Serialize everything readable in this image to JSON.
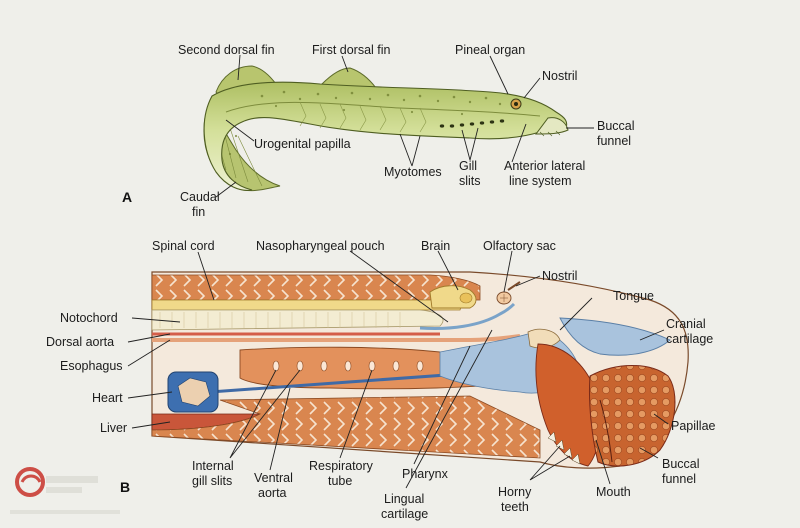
{
  "figure": {
    "panel_a": "A",
    "panel_b": "B",
    "labels_a": {
      "second_dorsal_fin": "Second dorsal fin",
      "first_dorsal_fin": "First dorsal fin",
      "pineal_organ": "Pineal organ",
      "nostril": "Nostril",
      "buccal_funnel_1": "Buccal",
      "buccal_funnel_2": "funnel",
      "urogenital_papilla": "Urogenital papilla",
      "myotomes": "Myotomes",
      "gill_slits_1": "Gill",
      "gill_slits_2": "slits",
      "anterior_lateral_1": "Anterior lateral",
      "anterior_lateral_2": "line system",
      "caudal_fin_1": "Caudal",
      "caudal_fin_2": "fin"
    },
    "labels_b": {
      "spinal_cord": "Spinal cord",
      "nasopharyngeal_pouch": "Nasopharyngeal pouch",
      "brain": "Brain",
      "olfactory_sac": "Olfactory sac",
      "nostril": "Nostril",
      "tongue": "Tongue",
      "notochord": "Notochord",
      "cranial_cartilage_1": "Cranial",
      "cranial_cartilage_2": "cartilage",
      "dorsal_aorta": "Dorsal aorta",
      "esophagus": "Esophagus",
      "heart": "Heart",
      "liver": "Liver",
      "papillae": "Papillae",
      "internal_gill_slits_1": "Internal",
      "internal_gill_slits_2": "gill slits",
      "ventral_aorta_1": "Ventral",
      "ventral_aorta_2": "aorta",
      "respiratory_tube_1": "Respiratory",
      "respiratory_tube_2": "tube",
      "pharynx": "Pharynx",
      "buccal_funnel_1": "Buccal",
      "buccal_funnel_2": "funnel",
      "mouth": "Mouth",
      "lingual_cartilage_1": "Lingual",
      "lingual_cartilage_2": "cartilage",
      "horny_teeth_1": "Horny",
      "horny_teeth_2": "teeth"
    },
    "colors": {
      "background": "#efefea",
      "body_green": "#cfdc93",
      "muscle": "#d98a55",
      "cartilage": "#a9c3dd",
      "notochord": "#f3ecd2",
      "nerve": "#f0d98a"
    }
  }
}
